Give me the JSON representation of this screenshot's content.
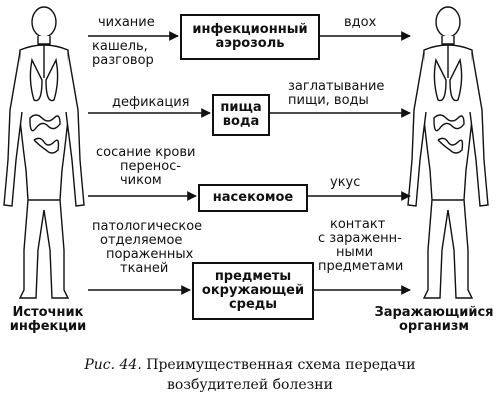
{
  "boxes": {
    "aerosol": [
      "инфекционный",
      "аэрозоль"
    ],
    "food": [
      "пища",
      "вода"
    ],
    "insect": [
      "насекомое"
    ],
    "objects": [
      "предметы",
      "окружающей",
      "среды"
    ]
  },
  "labels": {
    "route1_left": [
      "чихание",
      "кашель,",
      "разговор"
    ],
    "route1_right": "вдох",
    "route2_left": "дефикация",
    "route2_right": [
      "заглатывание",
      "пищи, воды"
    ],
    "route3_left": [
      "сосание крови",
      "перенос-",
      "чиком"
    ],
    "route3_right": "укус",
    "route4_left": [
      "патологическое",
      "отделяемое",
      "пораженных",
      "тканей"
    ],
    "route4_right": [
      "контакт",
      "с зараженн-",
      "ными",
      "предметами"
    ]
  },
  "figures": {
    "source": [
      "Источник",
      "инфекции"
    ],
    "recipient": [
      "Заражающийся",
      "организм"
    ]
  },
  "caption": {
    "fig_no": "Рис. 44.",
    "line1": "Преимущественная схема передачи",
    "line2": "возбудителей болезни"
  }
}
